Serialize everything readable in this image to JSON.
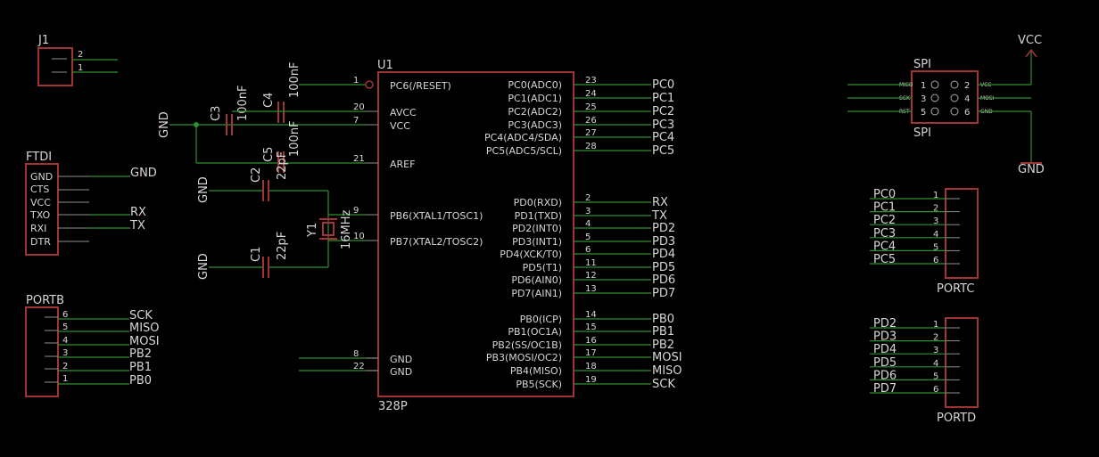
{
  "colors": {
    "background": "#000000",
    "symbol": "#a33434",
    "net": "#2f8f2f",
    "text": "#d6d6d6"
  },
  "mcu": {
    "ref": "U1",
    "value": "328P",
    "left_pins": [
      {
        "num": "1",
        "name": "PC6(/RESET)"
      },
      {
        "num": "20",
        "name": "AVCC"
      },
      {
        "num": "7",
        "name": "VCC"
      },
      {
        "num": "21",
        "name": "AREF"
      },
      {
        "num": "9",
        "name": "PB6(XTAL1/TOSC1)"
      },
      {
        "num": "10",
        "name": "PB7(XTAL2/TOSC2)"
      },
      {
        "num": "8",
        "name": "GND"
      },
      {
        "num": "22",
        "name": "GND"
      }
    ],
    "right_pins": [
      {
        "num": "23",
        "name": "PC0(ADC0)",
        "net": "PC0"
      },
      {
        "num": "24",
        "name": "PC1(ADC1)",
        "net": "PC1"
      },
      {
        "num": "25",
        "name": "PC2(ADC2)",
        "net": "PC2"
      },
      {
        "num": "26",
        "name": "PC3(ADC3)",
        "net": "PC3"
      },
      {
        "num": "27",
        "name": "PC4(ADC4/SDA)",
        "net": "PC4"
      },
      {
        "num": "28",
        "name": "PC5(ADC5/SCL)",
        "net": "PC5"
      },
      {
        "num": "2",
        "name": "PD0(RXD)",
        "net": "RX"
      },
      {
        "num": "3",
        "name": "PD1(TXD)",
        "net": "TX"
      },
      {
        "num": "4",
        "name": "PD2(INT0)",
        "net": "PD2"
      },
      {
        "num": "5",
        "name": "PD3(INT1)",
        "net": "PD3"
      },
      {
        "num": "6",
        "name": "PD4(XCK/T0)",
        "net": "PD4"
      },
      {
        "num": "11",
        "name": "PD5(T1)",
        "net": "PD5"
      },
      {
        "num": "12",
        "name": "PD6(AIN0)",
        "net": "PD6"
      },
      {
        "num": "13",
        "name": "PD7(AIN1)",
        "net": "PD7"
      },
      {
        "num": "14",
        "name": "PB0(ICP)",
        "net": "PB0"
      },
      {
        "num": "15",
        "name": "PB1(OC1A)",
        "net": "PB1"
      },
      {
        "num": "16",
        "name": "PB2(SS/OC1B)",
        "net": "PB2"
      },
      {
        "num": "17",
        "name": "PB3(MOSI/OC2)",
        "net": "MOSI"
      },
      {
        "num": "18",
        "name": "PB4(MISO)",
        "net": "MISO"
      },
      {
        "num": "19",
        "name": "PB5(SCK)",
        "net": "SCK"
      }
    ]
  },
  "j1": {
    "ref": "J1",
    "pins": [
      "2",
      "1"
    ]
  },
  "ftdi": {
    "ref": "FTDI",
    "pins": [
      "GND",
      "CTS",
      "VCC",
      "TXO",
      "RXI",
      "DTR"
    ],
    "nets": [
      "GND",
      "RX",
      "TX"
    ]
  },
  "portb": {
    "ref": "PORTB",
    "pins": [
      "6",
      "5",
      "4",
      "3",
      "2",
      "1"
    ],
    "nets": [
      "SCK",
      "MISO",
      "MOSI",
      "PB2",
      "PB1",
      "PB0"
    ]
  },
  "portc": {
    "ref": "PORTC",
    "pins": [
      "1",
      "2",
      "3",
      "4",
      "5",
      "6"
    ],
    "nets": [
      "PC0",
      "PC1",
      "PC2",
      "PC3",
      "PC4",
      "PC5"
    ]
  },
  "portd": {
    "ref": "PORTD",
    "pins": [
      "1",
      "2",
      "3",
      "4",
      "5",
      "6"
    ],
    "nets": [
      "PD2",
      "PD3",
      "PD4",
      "PD5",
      "PD6",
      "PD7"
    ]
  },
  "spi": {
    "ref": "SPI",
    "value": "SPI",
    "left_pins": [
      "1",
      "3",
      "5"
    ],
    "right_pins": [
      "2",
      "4",
      "6"
    ],
    "left_names": [
      "MISO",
      "SCK",
      "RST"
    ],
    "right_names": [
      "VCC",
      "MOSI",
      "GND"
    ]
  },
  "caps": {
    "c3": {
      "ref": "C3",
      "value": "100nF"
    },
    "c4": {
      "ref": "C4",
      "value": "100nF"
    },
    "c5": {
      "ref": "C5",
      "value": "100nF"
    },
    "c2": {
      "ref": "C2",
      "value": "22pF"
    },
    "c1": {
      "ref": "C1",
      "value": "22pF"
    }
  },
  "crystal": {
    "ref": "Y1",
    "value": "16MHz"
  },
  "supply": {
    "gnd": "GND",
    "vcc": "VCC"
  }
}
